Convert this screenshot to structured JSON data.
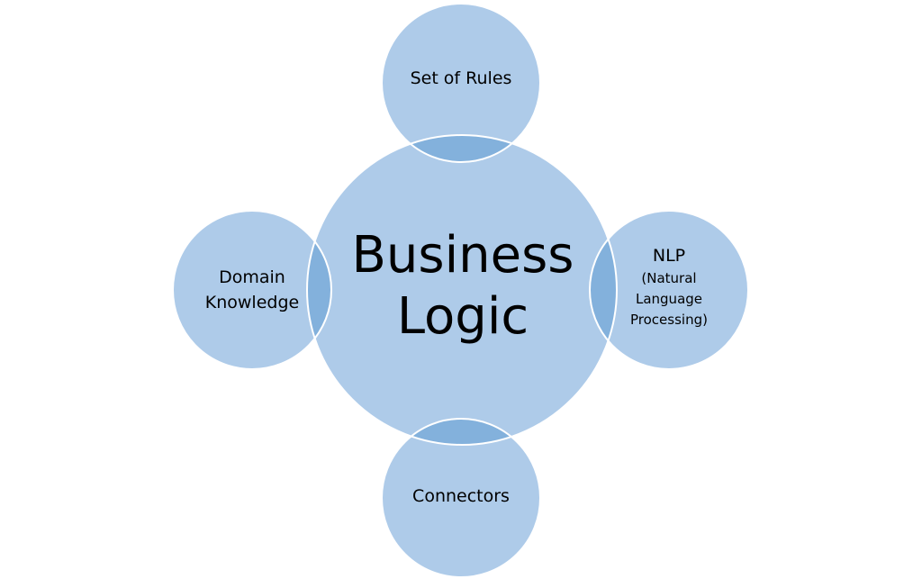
{
  "diagram": {
    "center": {
      "line1": "Business",
      "line2": "Logic"
    },
    "nodes": {
      "top": {
        "text": "Set of Rules"
      },
      "left": {
        "line1": "Domain",
        "line2": "Knowledge"
      },
      "right": {
        "title": "NLP",
        "line1": "(Natural",
        "line2": "Language",
        "line3": "Processing)"
      },
      "bottom": {
        "text": "Connectors"
      }
    },
    "colors": {
      "circle_fill": "#aecbe9",
      "overlap_fill": "#83b1dc",
      "circle_stroke": "#ffffff"
    }
  }
}
